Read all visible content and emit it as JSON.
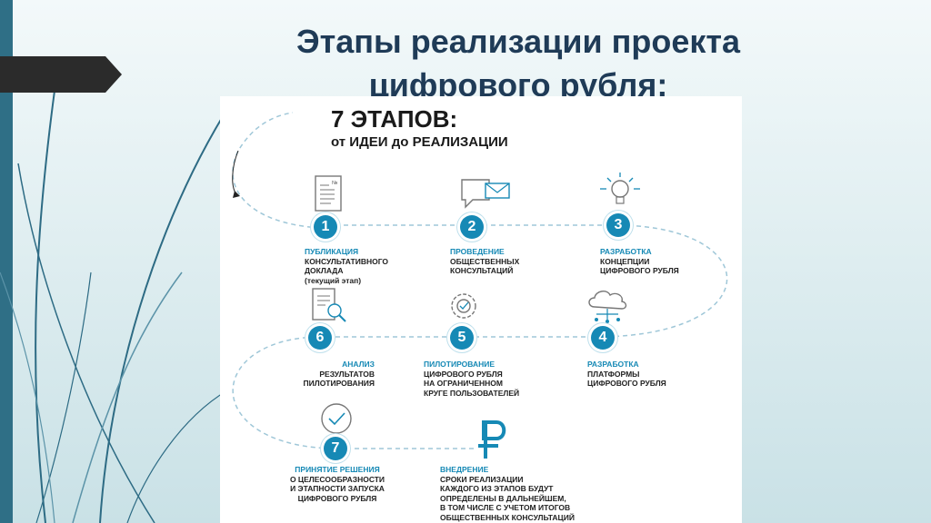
{
  "slide": {
    "title_line1": "Этапы реализации проекта",
    "title_line2": "цифрового рубля:"
  },
  "infographic": {
    "heading": "7 ЭТАПОВ:",
    "subheading": "от ИДЕИ до РЕАЛИЗАЦИИ",
    "accent_color": "#1689b5",
    "steps": [
      {
        "num": "1",
        "icon": "document-icon",
        "title": "ПУБЛИКАЦИЯ",
        "desc": "КОНСУЛЬТАТИВНОГО\nДОКЛАДА\n(текущий этап)"
      },
      {
        "num": "2",
        "icon": "chat-mail-icon",
        "title": "ПРОВЕДЕНИЕ",
        "desc": "ОБЩЕСТВЕННЫХ\nКОНСУЛЬТАЦИЙ"
      },
      {
        "num": "3",
        "icon": "lightbulb-icon",
        "title": "РАЗРАБОТКА",
        "desc": "КОНЦЕПЦИИ\nЦИФРОВОГО РУБЛЯ"
      },
      {
        "num": "4",
        "icon": "cloud-network-icon",
        "title": "РАЗРАБОТКА",
        "desc": "ПЛАТФОРМЫ\nЦИФРОВОГО РУБЛЯ"
      },
      {
        "num": "5",
        "icon": "gear-icon",
        "title": "ПИЛОТИРОВАНИЕ",
        "desc": "ЦИФРОВОГО РУБЛЯ\nНА ОГРАНИЧЕННОМ\nКРУГЕ ПОЛЬЗОВАТЕЛЕЙ"
      },
      {
        "num": "6",
        "icon": "document-search-icon",
        "title": "АНАЛИЗ",
        "desc": "РЕЗУЛЬТАТОВ\nПИЛОТИРОВАНИЯ"
      },
      {
        "num": "7",
        "icon": "checkmark-circle-icon",
        "title": "ПРИНЯТИЕ РЕШЕНИЯ",
        "desc": "О ЦЕЛЕСООБРАЗНОСТИ\nИ ЭТАПНОСТИ ЗАПУСКА\nЦИФРОВОГО РУБЛЯ"
      },
      {
        "icon": "ruble-icon",
        "title": "ВНЕДРЕНИЕ",
        "desc": "СРОКИ РЕАЛИЗАЦИИ\nКАЖДОГО ИЗ ЭТАПОВ БУДУТ\nОПРЕДЕЛЕНЫ В ДАЛЬНЕЙШЕМ,\nВ ТОМ ЧИСЛЕ С УЧЕТОМ ИТОГОВ\nОБЩЕСТВЕННЫХ КОНСУЛЬТАЦИЙ"
      }
    ]
  }
}
